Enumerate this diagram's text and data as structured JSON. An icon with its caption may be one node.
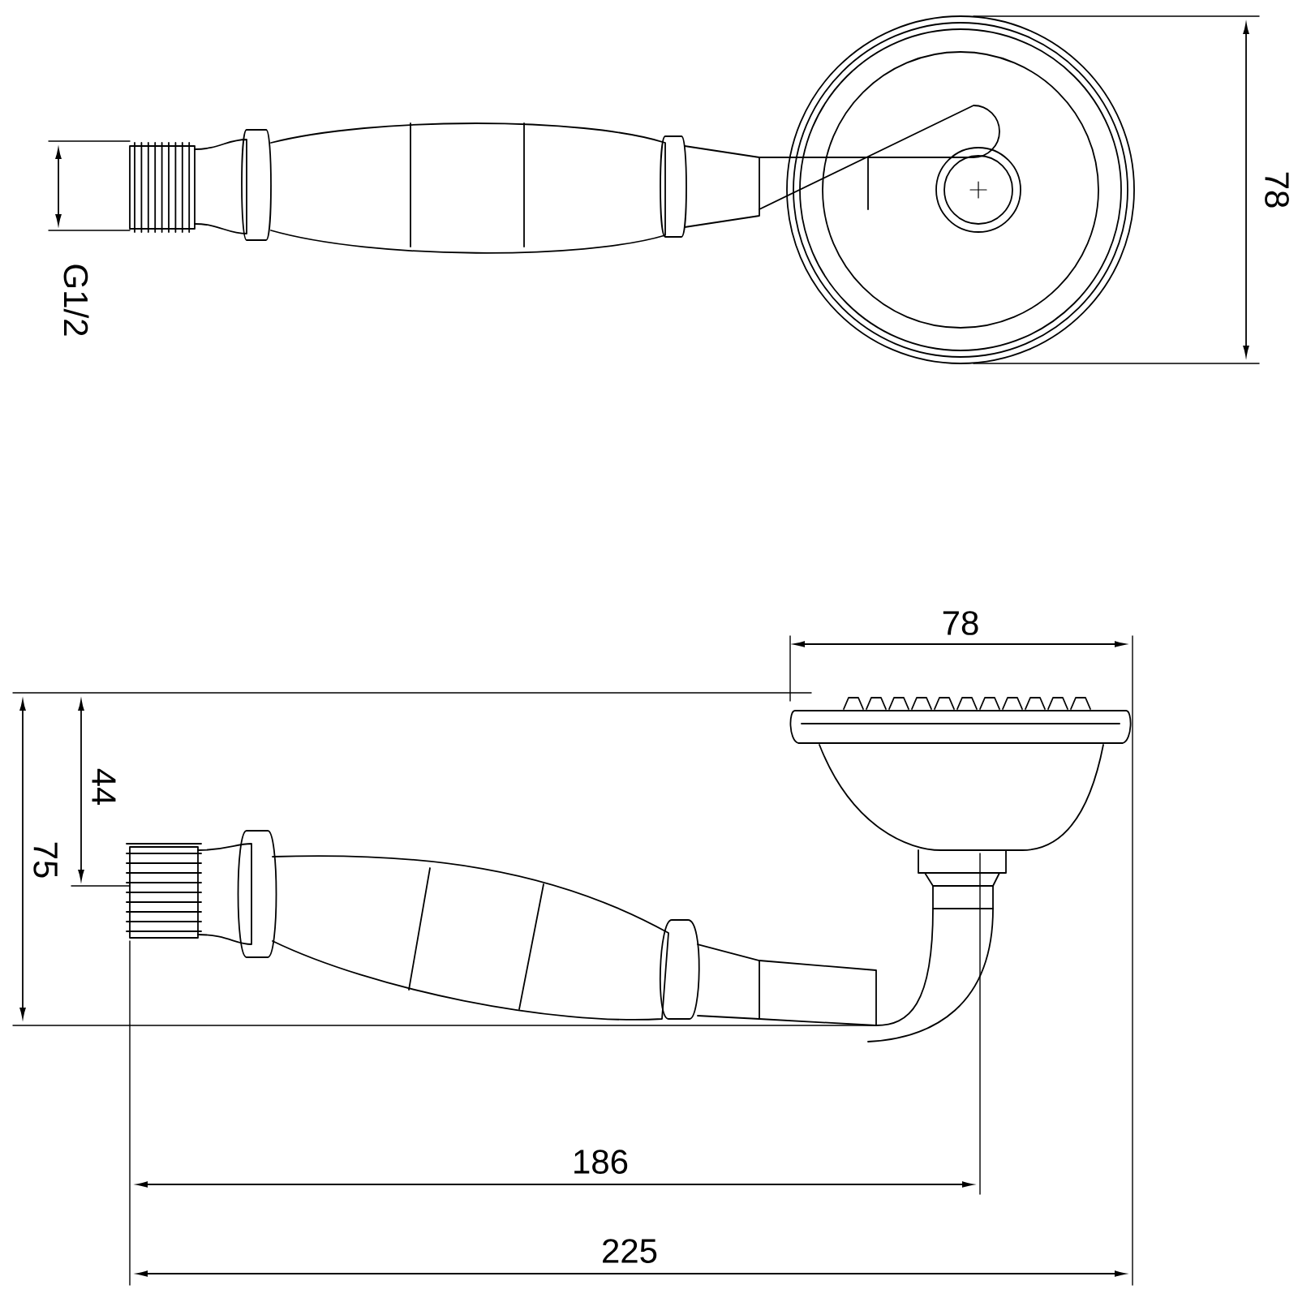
{
  "diagram": {
    "labels": [
      "78",
      "G1/2",
      "78",
      "44",
      "75",
      "186",
      "225"
    ]
  }
}
